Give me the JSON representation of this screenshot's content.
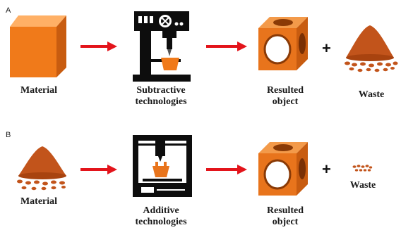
{
  "panels": [
    {
      "id": "A",
      "label": "A",
      "steps": {
        "material": "Material",
        "process_line1": "Subtractive",
        "process_line2": "technologies",
        "result_line1": "Resulted",
        "result_line2": "object",
        "waste": "Waste"
      },
      "operator": "+"
    },
    {
      "id": "B",
      "label": "B",
      "steps": {
        "material": "Material",
        "process_line1": "Additive",
        "process_line2": "technologies",
        "result_line1": "Resulted",
        "result_line2": "object",
        "waste": "Waste"
      },
      "operator": "+"
    }
  ],
  "colors": {
    "material_orange": "#f07a1a",
    "object_orange": "#e8741c",
    "powder": "#c2541b",
    "arrow": "#e3141b",
    "machine": "#0d0d0d"
  }
}
